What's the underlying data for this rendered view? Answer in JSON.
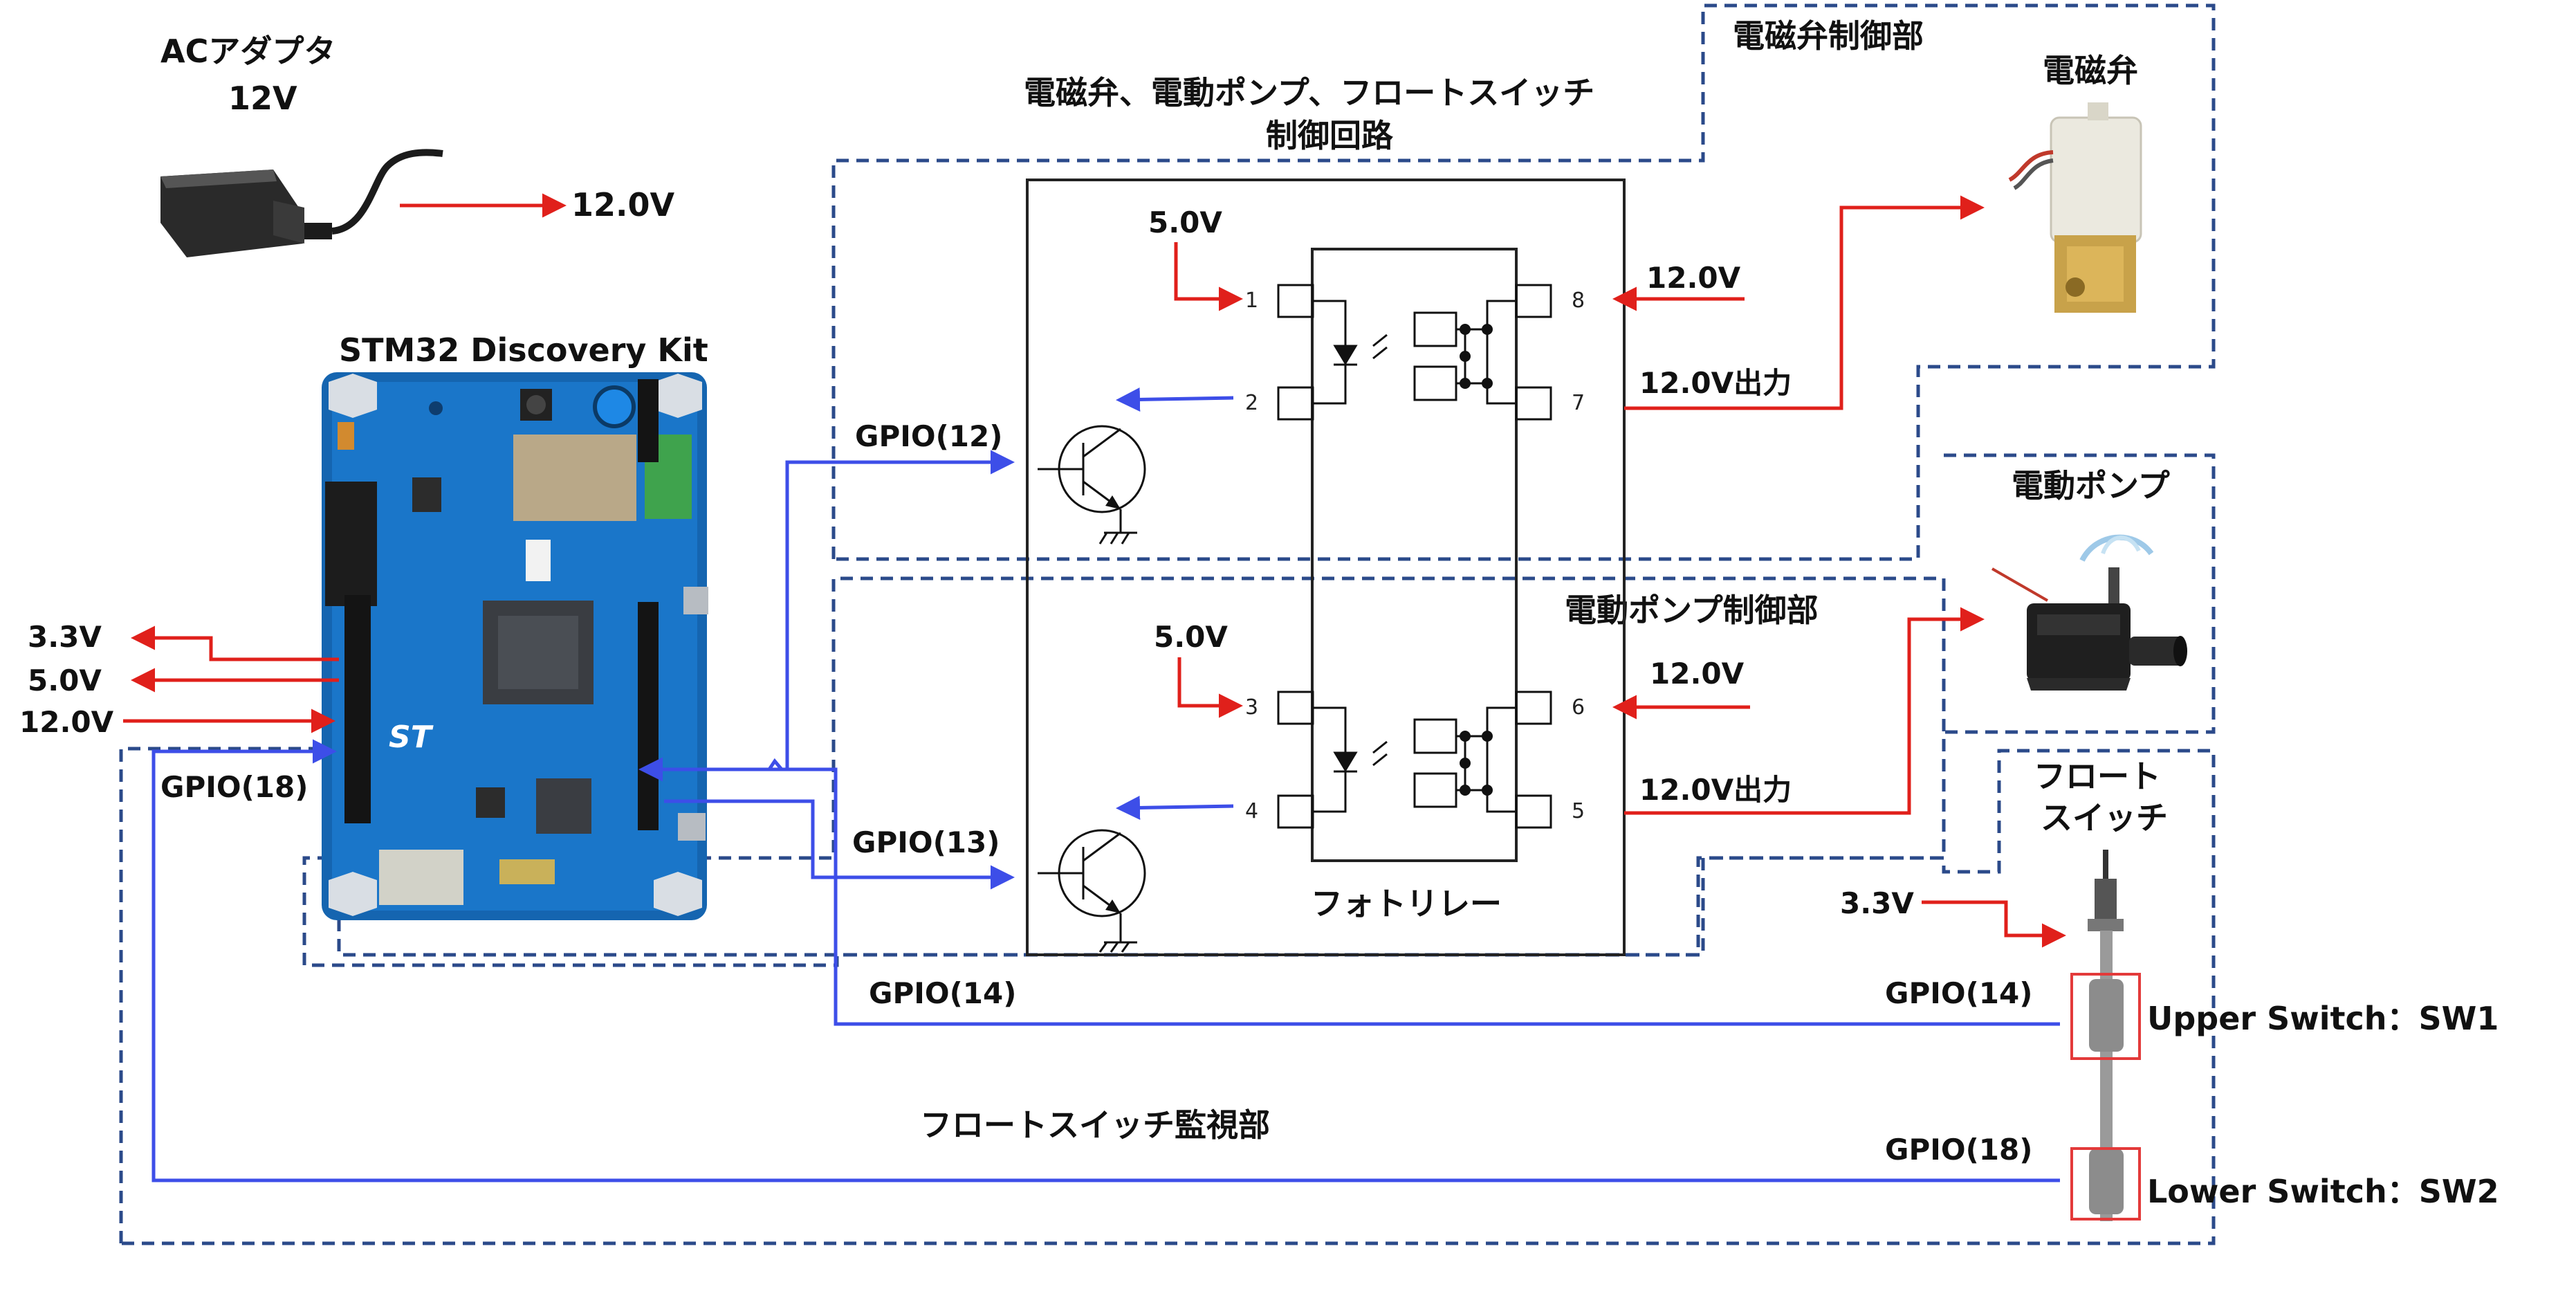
{
  "adapter": {
    "title": "ACアダプタ",
    "voltage_rating": "12V",
    "output_label": "12.0V"
  },
  "board": {
    "title": "STM32 Discovery Kit",
    "logo_text": "ST"
  },
  "board_outputs": {
    "v33": "3.3V",
    "v50": "5.0V",
    "v120": "12.0V"
  },
  "gpio": {
    "g12": "GPIO(12)",
    "g13": "GPIO(13)",
    "g14_left": "GPIO(14)",
    "g14_right": "GPIO(14)",
    "g18_left": "GPIO(18)",
    "g18_right": "GPIO(18)"
  },
  "sections": {
    "control_circuit_line1": "電磁弁、電動ポンプ、フロートスイッチ",
    "control_circuit_line2": "制御回路",
    "valve_control": "電磁弁制御部",
    "pump_control": "電動ポンプ制御部",
    "float_monitor": "フロートスイッチ監視部"
  },
  "relay": {
    "name": "フォトリレー",
    "pins": [
      "1",
      "2",
      "3",
      "4",
      "5",
      "6",
      "7",
      "8"
    ],
    "in_voltage_top": "5.0V",
    "in_voltage_bottom": "5.0V",
    "load_in_top": "12.0V",
    "load_out_top": "12.0V出力",
    "load_in_bottom": "12.0V",
    "load_out_bottom": "12.0V出力"
  },
  "devices": {
    "valve": "電磁弁",
    "pump": "電動ポンプ",
    "float_line1": "フロート",
    "float_line2": "スイッチ",
    "float_supply": "3.3V"
  },
  "switches": {
    "upper": "Upper Switch：SW1",
    "lower": "Lower Switch：SW2"
  },
  "colors": {
    "power": "#e0201b",
    "signal": "#3d4ee8",
    "boundary": "#2b4a8a",
    "board": "#1565b0"
  }
}
